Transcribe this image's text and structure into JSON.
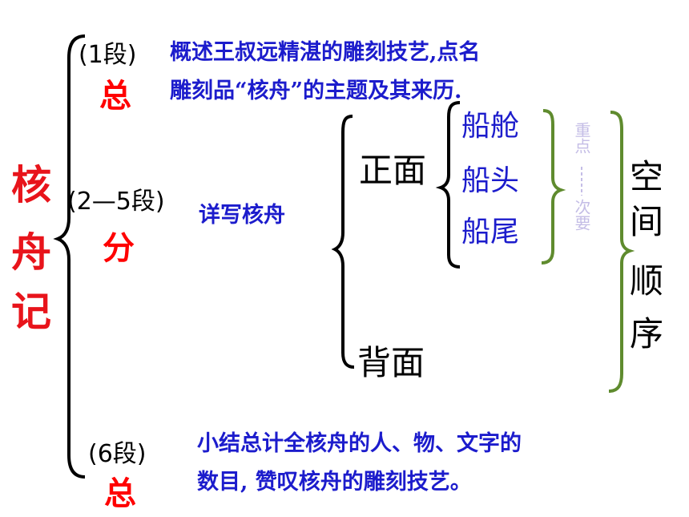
{
  "title": [
    "核",
    "舟",
    "记"
  ],
  "sections": [
    {
      "label": "(1段)",
      "summary": "总",
      "desc_lines": [
        "概述王叔远精湛的雕刻技艺,点名",
        "雕刻品“核舟”的主题及其来历."
      ]
    },
    {
      "label": "(2—5段)",
      "summary": "分",
      "desc_lines": [
        "详写核舟"
      ]
    },
    {
      "label": "(6段)",
      "summary": "总",
      "desc_lines": [
        "小结总计全核舟的人、物、文字的",
        "数目, 赞叹核舟的雕刻技艺。"
      ]
    }
  ],
  "front": "正面",
  "back": "背面",
  "parts": [
    "船舱",
    "船头",
    "船尾"
  ],
  "importance": [
    "重点",
    "次要"
  ],
  "order": [
    "空",
    "间",
    "顺",
    "序"
  ],
  "colors": {
    "title": "#e8141b",
    "summary": "#ff0000",
    "blue_text": "#1c1ccc",
    "green_brace": "#5f8b2e",
    "lavender": "#c4bde6"
  }
}
